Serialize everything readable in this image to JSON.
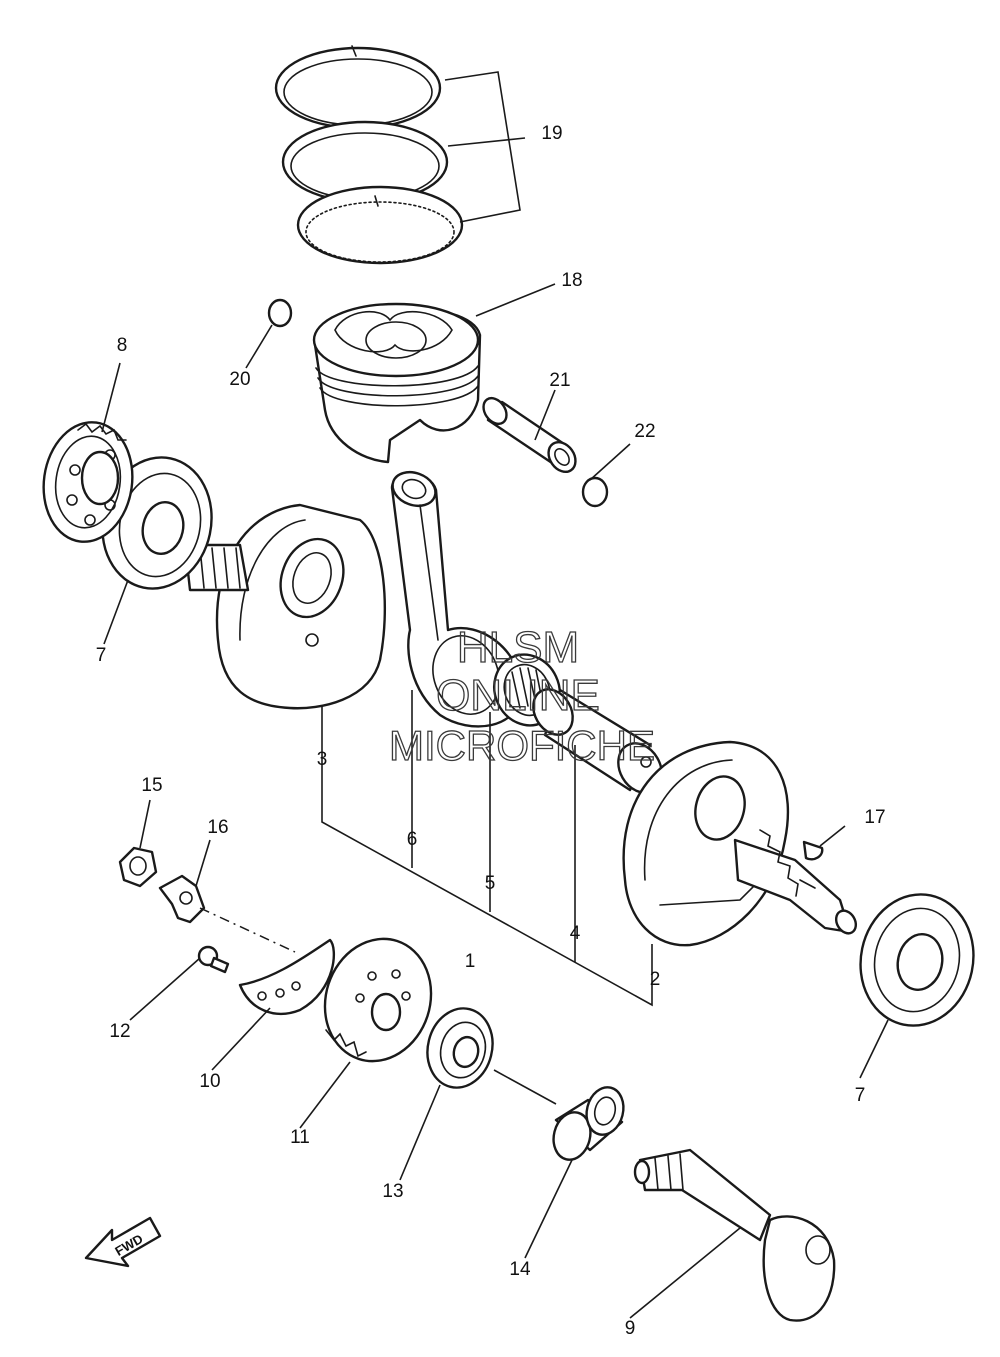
{
  "watermark": {
    "line1": "HLSM",
    "line2": "ONLINE",
    "line3": "MICROFICHE"
  },
  "direction_label": "FWD",
  "callouts": {
    "p1": "1",
    "p2": "2",
    "p3": "3",
    "p4": "4",
    "p5": "5",
    "p6": "6",
    "p7a": "7",
    "p7b": "7",
    "p8": "8",
    "p9": "9",
    "p10": "10",
    "p11": "11",
    "p12": "12",
    "p13": "13",
    "p14": "14",
    "p15": "15",
    "p16": "16",
    "p17": "17",
    "p18": "18",
    "p19": "19",
    "p20": "20",
    "p21": "21",
    "p22": "22"
  }
}
